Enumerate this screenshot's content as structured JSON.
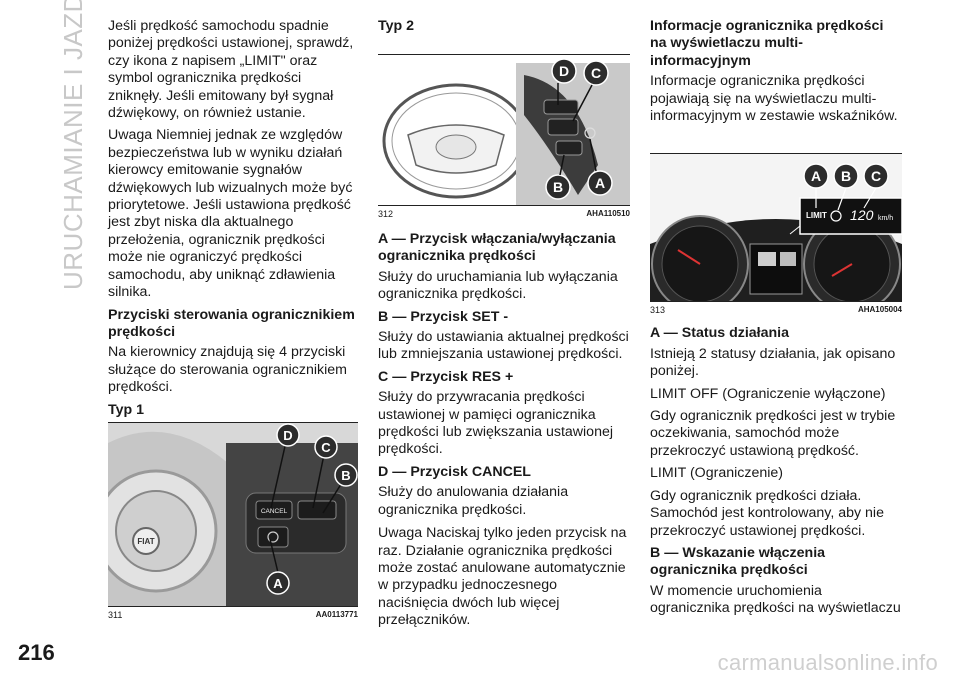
{
  "side_tab": "URUCHAMIANIE I JAZDA",
  "page_number": "216",
  "watermark": "carmanualsonline.info",
  "col1": {
    "p1": "Jeśli prędkość samochodu spadnie poniżej prędkości ustawionej, sprawdź, czy ikona z napisem „LIMIT\" oraz symbol ogranicznika prędkości zniknęły. Jeśli emitowany był sygnał dźwiękowy, on również ustanie.",
    "p2": "Uwaga Niemniej jednak ze względów bezpieczeństwa lub w wyniku działań kierowcy emitowanie sygnałów dźwiękowych lub wizualnych może być priorytetowe. Jeśli ustawiona prędkość jest zbyt niska dla aktualnego przełożenia, ogranicznik prędkości może nie ograniczyć prędkości samochodu, aby uniknąć zdławienia silnika.",
    "h_controls": "Przyciski sterowania ogranicznikiem prędkości",
    "p3": "Na kierownicy znajdują się 4 przyciski służące do sterowania ogranicznikiem prędkości.",
    "typ1": "Typ 1",
    "fig_num": "311",
    "fig_code": "AA0113771",
    "fig_labels": {
      "a": "A",
      "b": "B",
      "c": "C",
      "d": "D",
      "cancel": "CANCEL",
      "logo": "FIAT"
    }
  },
  "col2": {
    "typ2": "Typ 2",
    "fig_num": "312",
    "fig_code": "AHA110510",
    "fig_labels": {
      "a": "A",
      "b": "B",
      "c": "C",
      "d": "D"
    },
    "items": [
      {
        "title": "A — Przycisk włączania/wyłączania ogranicznika prędkości",
        "text": "Służy do uruchamiania lub wyłączania ogranicznika prędkości."
      },
      {
        "title": "B — Przycisk SET -",
        "text": "Służy do ustawiania aktualnej prędkości lub zmniejszania ustawionej prędkości."
      },
      {
        "title": "C — Przycisk RES +",
        "text": "Służy do przywracania prędkości ustawionej w pamięci ogranicznika prędkości lub zwiększania ustawionej prędkości."
      },
      {
        "title": "D — Przycisk CANCEL",
        "text": "Służy do anulowania działania ogranicznika prędkości."
      }
    ],
    "note": "Uwaga Naciskaj tylko jeden przycisk na raz. Działanie ogranicznika prędkości może zostać anulowane automatycznie w przypadku jednoczesnego naciśnięcia dwóch lub więcej przełączników."
  },
  "col3": {
    "h_info": "Informacje ogranicznika prędkości na wyświetlaczu multi-informacyjnym",
    "p_info": "Informacje ogranicznika prędkości pojawiają się na wyświetlaczu multi-informacyjnym w zestawie wskaźników.",
    "fig_num": "313",
    "fig_code": "AHA105004",
    "fig_labels": {
      "a": "A",
      "b": "B",
      "c": "C",
      "limit": "LIMIT",
      "speed": "120",
      "unit": "km/h"
    },
    "h_a": "A — Status działania",
    "p_a": "Istnieją 2 statusy działania, jak opisano poniżej.",
    "p_off": "LIMIT OFF (Ograniczenie wyłączone)",
    "p_off_desc": "Gdy ogranicznik prędkości jest w trybie oczekiwania, samochód może przekroczyć ustawioną prędkość.",
    "p_on": "LIMIT (Ograniczenie)",
    "p_on_desc": "Gdy ogranicznik prędkości działa. Samochód jest kontrolowany, aby nie przekroczyć ustawionej prędkości.",
    "h_b": "B — Wskazanie włączenia ogranicznika prędkości",
    "p_b": "W momencie uruchomienia ogranicznika prędkości na wyświetlaczu"
  }
}
